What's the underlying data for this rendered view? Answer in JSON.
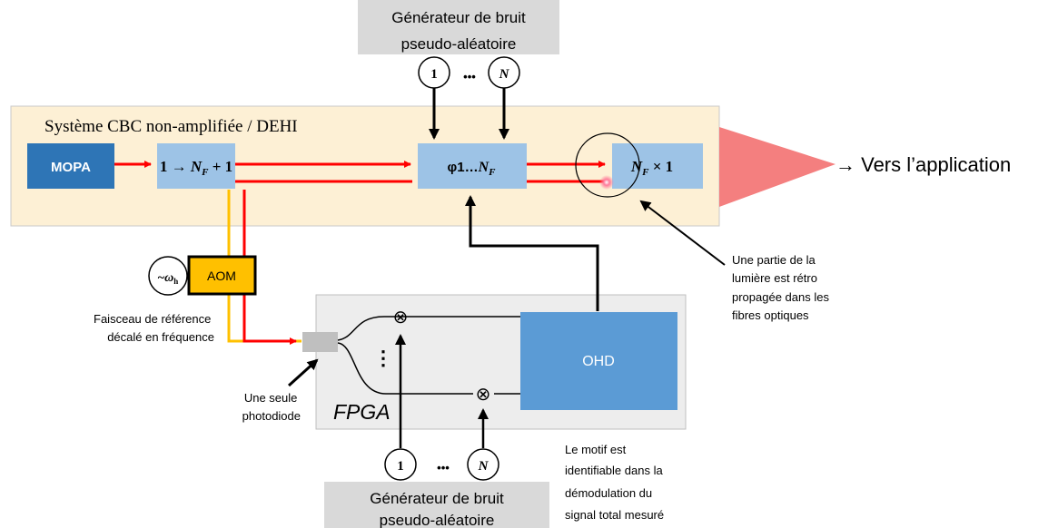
{
  "noise_generator_top": {
    "line1": "Générateur de bruit",
    "line2": "pseudo-aléatoire"
  },
  "noise_generator_bottom": {
    "line1": "Générateur de bruit",
    "line2": "pseudo-aléatoire"
  },
  "channels": {
    "first": "1",
    "dots": "•••",
    "last": "N"
  },
  "system": {
    "title": "Système CBC non-amplifiée / DEHI"
  },
  "blocks": {
    "mopa": "MOPA",
    "splitter_prefix": "1 → ",
    "splitter_var": "N",
    "splitter_sub": "F",
    "splitter_suffix": " + 1",
    "phase_prefix": "φ1…",
    "phase_var": "N",
    "phase_sub": "F",
    "combiner_var": "N",
    "combiner_sub": "F",
    "combiner_suffix": " × 1",
    "aom": "AOM",
    "ohd": "OHD",
    "fpga": "FPGA"
  },
  "labels": {
    "output": "→ Vers l’application",
    "omega_tilde": "~",
    "omega": "ω",
    "omega_sub": "h",
    "reference_beam": [
      "Faisceau de référence",
      "décalé en fréquence"
    ],
    "photodiode": [
      "Une seule",
      "photodiode"
    ],
    "retro": [
      "Une partie de la",
      "lumière est rétro",
      "propagée dans les",
      "fibres optiques"
    ],
    "pattern": [
      "Le motif est",
      "identifiable dans la",
      "démodulation du",
      "signal total mesuré"
    ],
    "vdots": "⋮",
    "mixer_symbol": "⊗"
  },
  "colors": {
    "system_bg": "#fdf0d5",
    "block_blue": "#9dc3e6",
    "mopa_blue": "#2e75b6",
    "ohd_blue": "#5b9bd5",
    "fpga_bg": "#ededed",
    "beam_red": "#ff0000",
    "beam_orange": "#ffc000",
    "aom_fill": "#ffc000",
    "output_beam": "#f47f7f"
  }
}
